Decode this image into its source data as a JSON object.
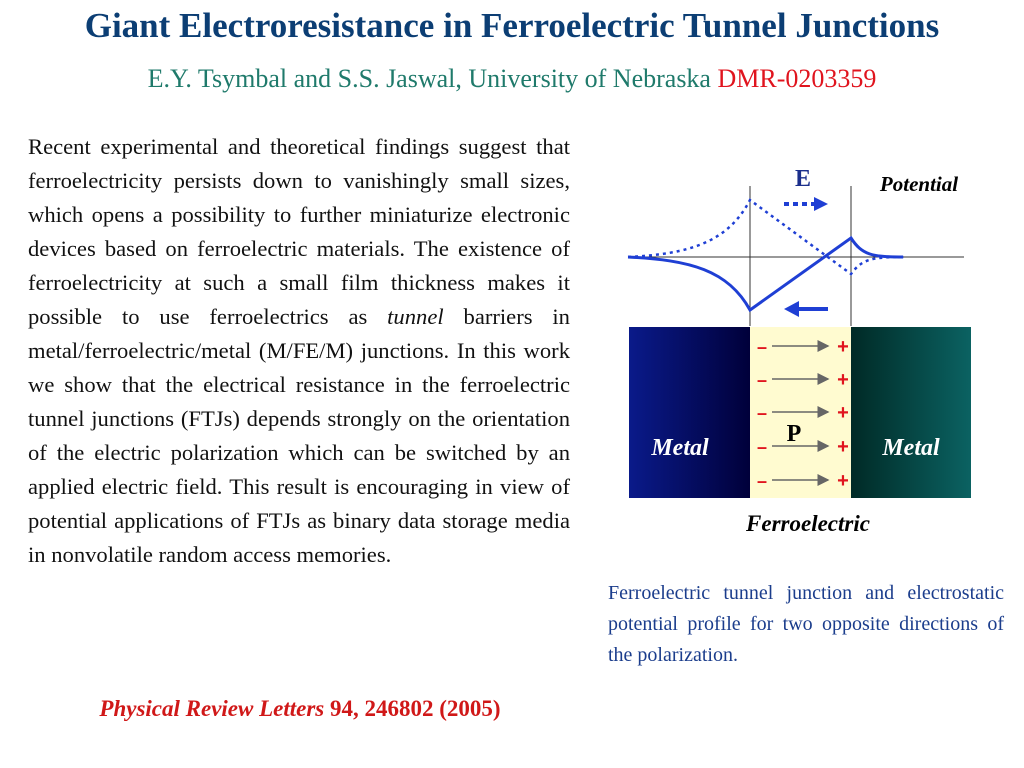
{
  "slide": {
    "title": "Giant Electroresistance in Ferroelectric Tunnel Junctions",
    "authors": "E.Y. Tsymbal and S.S. Jaswal, University of Nebraska",
    "grant": "DMR-0203359"
  },
  "body": {
    "part1": "Recent experimental and theoretical findings suggest that ferroelectricity persists down to vanishingly small sizes, which opens a possibility to further miniaturize electronic devices based on ferroelectric materials. The existence of ferroelectricity at such a small film thickness makes it possible to use ferroelectrics as ",
    "emphasis": "tunnel",
    "part2": " barriers in metal/ferroelectric/metal (M/FE/M) junctions. In this work we show that the electrical resistance in the ferroelectric tunnel junctions (FTJs) depends strongly on the orientation of the electric polarization which can be switched by an applied electric field. This result is encouraging in view of potential applications of FTJs as binary data storage media in nonvolatile random access memories."
  },
  "citation": {
    "journal": "Physical  Review Letters",
    "ref": "94, 246802 (2005)"
  },
  "figure": {
    "field_label": "E",
    "potential_label": "Potential",
    "metal_left": "Metal",
    "metal_right": "Metal",
    "polarization_label": "P",
    "ferroelectric_label": "Ferroelectric",
    "minus_sign": "–",
    "plus_sign": "+",
    "colors": {
      "curve": "#1f3fd4",
      "metal_left": "#0a1a8a",
      "metal_right": "#0b5a5a",
      "ferroelectric": "#fffbd0",
      "charge": "#e0141e"
    }
  },
  "caption": "Ferroelectric tunnel junction and electrostatic potential profile for two opposite directions of the polarization."
}
